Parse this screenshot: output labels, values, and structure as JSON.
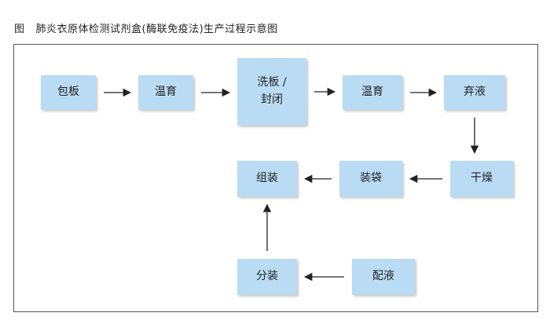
{
  "figure": {
    "label": "图",
    "title": "肺炎衣原体检测试剂盒(酶联免疫法)生产过程示意图"
  },
  "nodes": [
    {
      "id": "baoban",
      "label": "包板"
    },
    {
      "id": "wenyu1",
      "label": "温育"
    },
    {
      "id": "xiban",
      "label": "洗板 /\n封闭"
    },
    {
      "id": "wenyu2",
      "label": "温育"
    },
    {
      "id": "qiye",
      "label": "弃液"
    },
    {
      "id": "ganzao",
      "label": "干燥"
    },
    {
      "id": "zhuangdai",
      "label": "装袋"
    },
    {
      "id": "zuzhuang",
      "label": "组装"
    },
    {
      "id": "peiye",
      "label": "配液"
    },
    {
      "id": "fenzhuang",
      "label": "分装"
    }
  ],
  "edges": [
    {
      "from": "baoban",
      "to": "wenyu1"
    },
    {
      "from": "wenyu1",
      "to": "xiban"
    },
    {
      "from": "xiban",
      "to": "wenyu2"
    },
    {
      "from": "wenyu2",
      "to": "qiye"
    },
    {
      "from": "qiye",
      "to": "ganzao"
    },
    {
      "from": "ganzao",
      "to": "zhuangdai"
    },
    {
      "from": "zhuangdai",
      "to": "zuzhuang"
    },
    {
      "from": "peiye",
      "to": "fenzhuang"
    },
    {
      "from": "fenzhuang",
      "to": "zuzhuang"
    }
  ],
  "colors": {
    "node_fill": "#b9dcf4",
    "arrow": "#222222"
  }
}
